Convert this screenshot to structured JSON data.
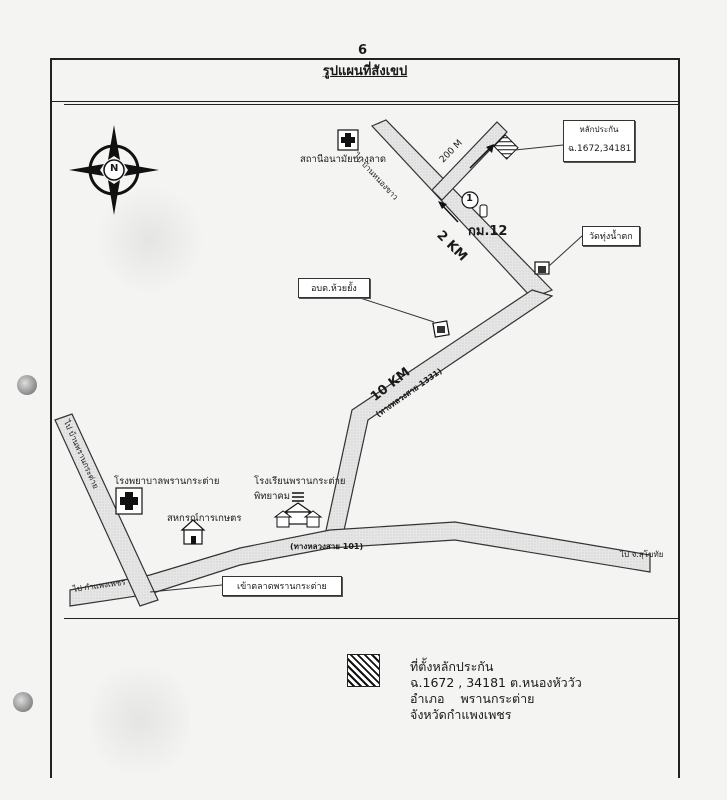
{
  "page_number": "6",
  "title": "รูปแผนที่สังเขป",
  "map": {
    "compass_letter": "N",
    "roads": {
      "to_ban_hua_wua_nong_khao": "ไป บ้านหนองขาว",
      "highway_1331": "(ทางหลวงสาย 1331)",
      "highway_101": "(ทางหลวงสาย 101)",
      "to_kamphaeng_phet": "ไป กำแพงเพชร",
      "to_sukhothai": "ไป จ.สุโขทัย",
      "to_left_road": "ไป บ้านพรานกระต่าย"
    },
    "distances": {
      "d200m": "200 M",
      "d2km": "2 KM",
      "d10km": "10 KM",
      "km12": "กม.12",
      "marker_1": "1"
    },
    "places": {
      "health_station": "สถานีอนามัยบางลาด",
      "collateral_box": "หลักประกัน",
      "collateral_ids": "ฉ.1672,34181",
      "temple": "วัดทุ่งน้ำตก",
      "sao": "อบต.ห้วยยั้ง",
      "hospital": "โรงพยาบาลพรานกระต่าย",
      "school_line1": "โรงเรียนพรานกระต่าย",
      "school_line2": "พิทยาคม",
      "coop": "สหกรณ์การเกษตร",
      "market": "เข้าตลาดพรานกระต่าย"
    }
  },
  "legend": {
    "line1": "ที่ตั้งหลักประกัน",
    "line2": "ฉ.1672 , 34181 ต.หนองหัววัว",
    "line3": "อำเภอ    พรานกระต่าย",
    "line4": "จังหวัดกำแพงเพชร"
  }
}
